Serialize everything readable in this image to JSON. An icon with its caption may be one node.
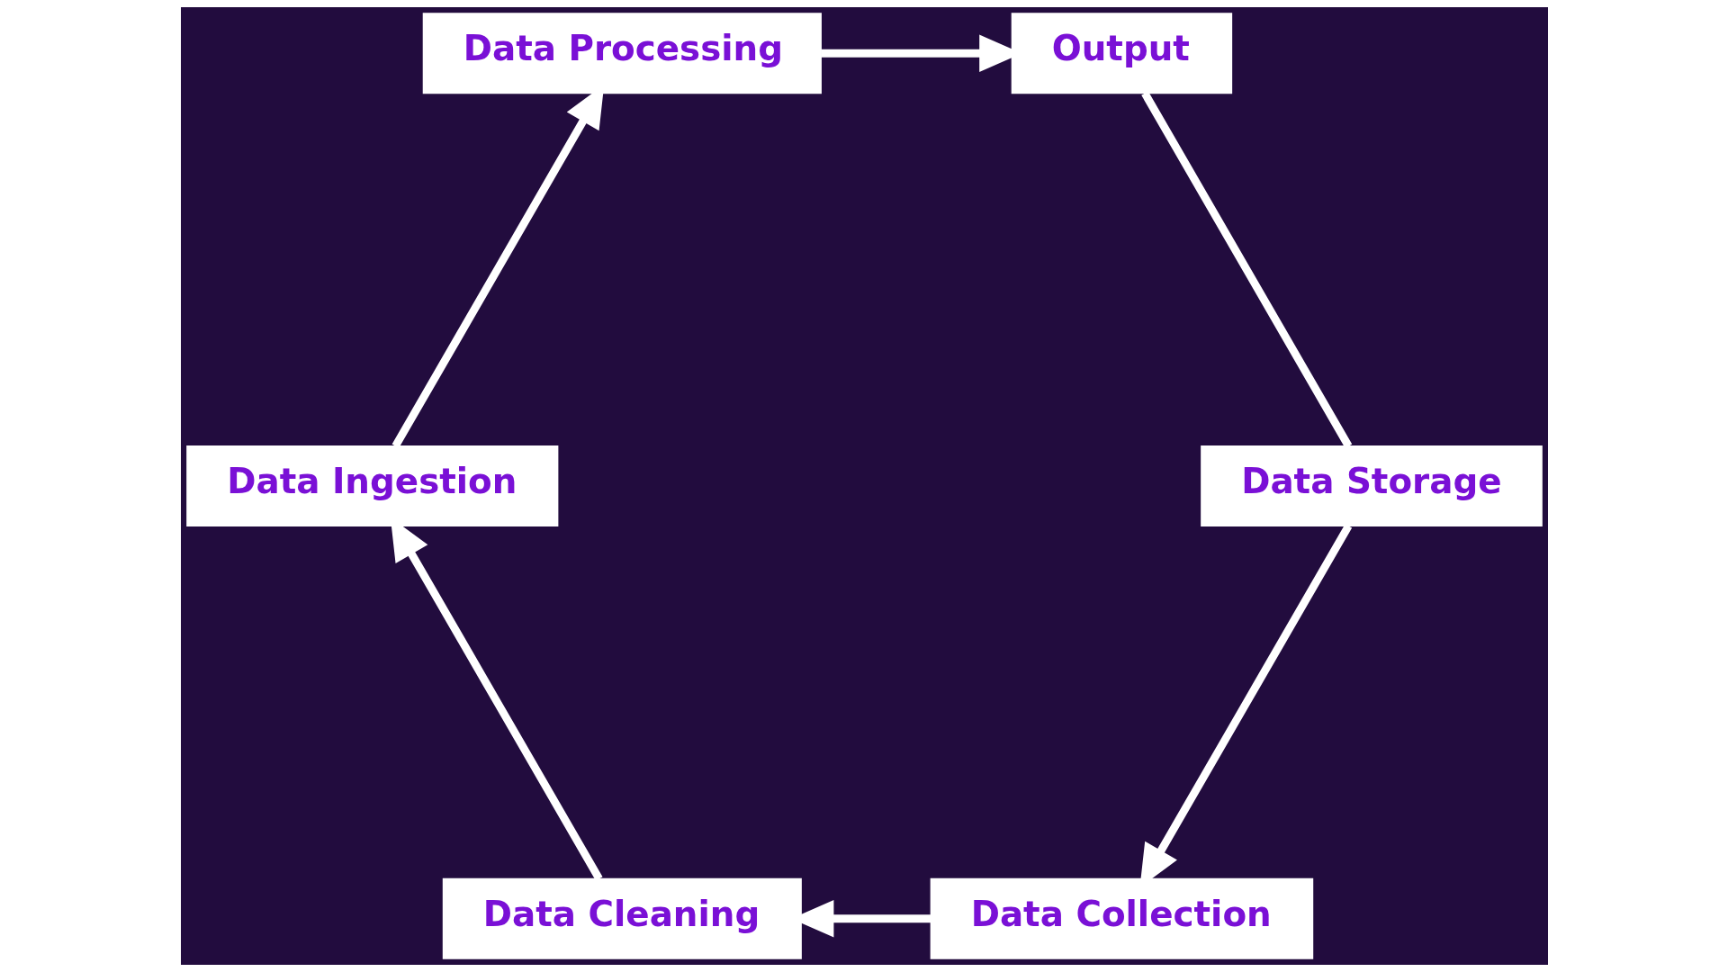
{
  "diagram": {
    "nodes": [
      {
        "text": [
          "Data Collection"
        ]
      },
      {
        "text": [
          "Data Cleaning"
        ]
      },
      {
        "text": [
          "Data Storage"
        ]
      },
      {
        "text": [
          "Data Ingestion"
        ]
      },
      {
        "text": [
          "Output"
        ]
      },
      {
        "text": [
          "Data Processing"
        ]
      }
    ],
    "edges": [
      {
        "from": 0,
        "to": 1,
        "arrow": "to"
      },
      {
        "from": 1,
        "to": 3,
        "arrow": "to"
      },
      {
        "from": 3,
        "to": 5,
        "arrow": "to"
      },
      {
        "from": 5,
        "to": 4,
        "arrow": "to"
      },
      {
        "from": 4,
        "to": 2,
        "arrow": "none"
      },
      {
        "from": 2,
        "to": 0,
        "arrow": "to"
      }
    ]
  }
}
